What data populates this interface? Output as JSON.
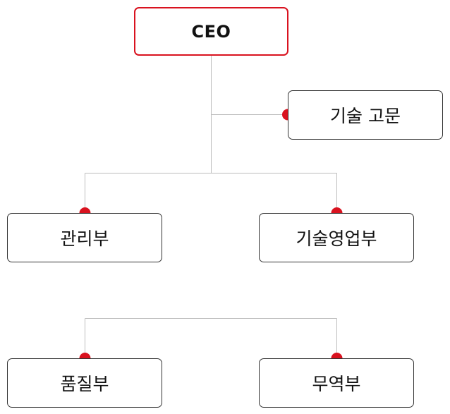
{
  "org_chart": {
    "colors": {
      "accent": "#d9121f",
      "line": "#bdbdbd",
      "border": "#333333"
    },
    "nodes": {
      "ceo": "CEO",
      "advisor": "기술 고문",
      "admin": "관리부",
      "sales": "기술영업부",
      "quality": "품질부",
      "trade": "무역부"
    }
  }
}
